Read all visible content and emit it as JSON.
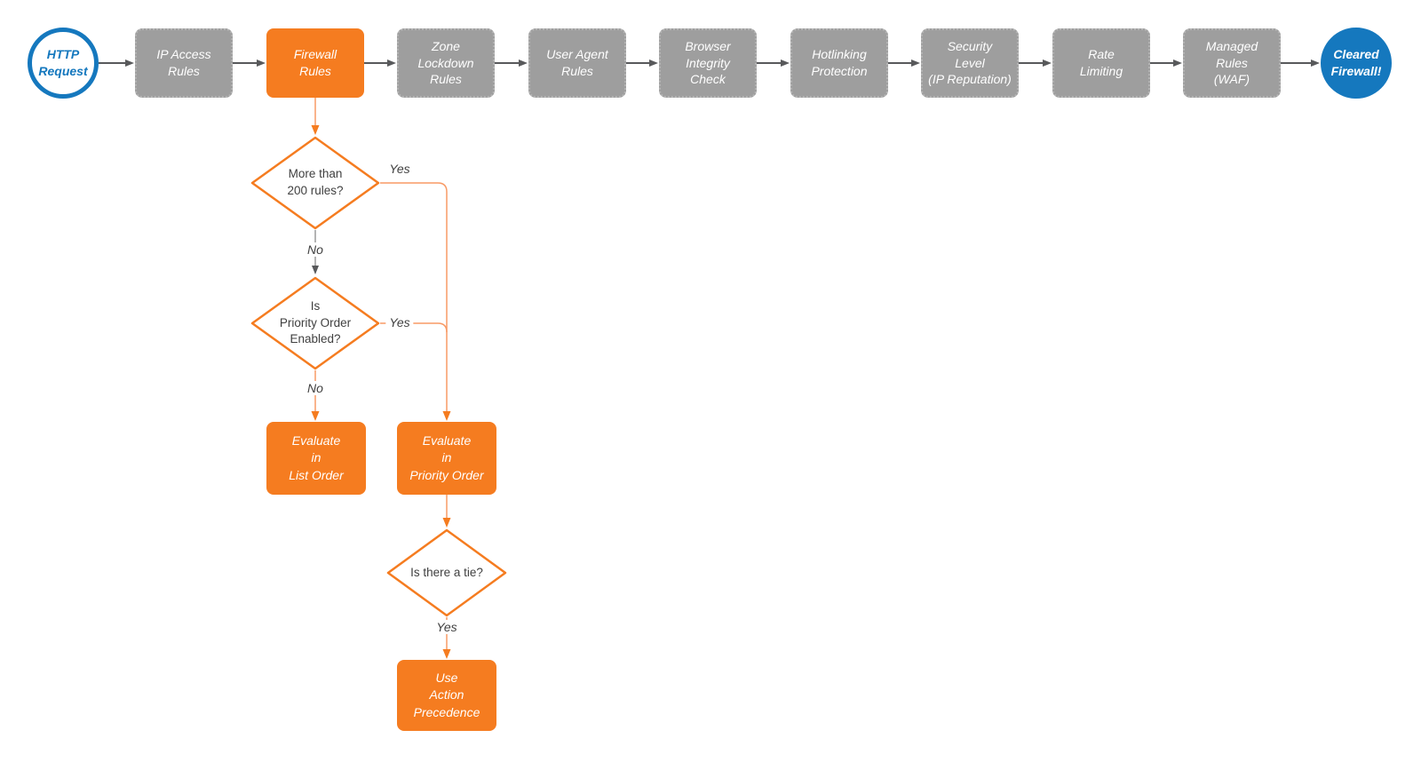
{
  "colors": {
    "accent_orange": "#F57C20",
    "connector_orange": "#F89A65",
    "node_gray": "#9E9E9E",
    "accent_blue": "#1578BE",
    "arrow_gray": "#58595B",
    "text_dark": "#404040"
  },
  "flow": {
    "start": {
      "label": "HTTP\nRequest"
    },
    "stages": [
      {
        "label": "IP Access\nRules",
        "state": "default"
      },
      {
        "label": "Firewall\nRules",
        "state": "highlighted"
      },
      {
        "label": "Zone\nLockdown\nRules",
        "state": "default"
      },
      {
        "label": "User Agent\nRules",
        "state": "default"
      },
      {
        "label": "Browser\nIntegrity\nCheck",
        "state": "default"
      },
      {
        "label": "Hotlinking\nProtection",
        "state": "default"
      },
      {
        "label": "Security\nLevel\n(IP Reputation)",
        "state": "default"
      },
      {
        "label": "Rate\nLimiting",
        "state": "default"
      },
      {
        "label": "Managed\nRules\n(WAF)",
        "state": "default"
      }
    ],
    "end": {
      "label": "Cleared\nFirewall!"
    }
  },
  "branch": {
    "decision_rules": {
      "label": "More than\n200 rules?"
    },
    "decision_priority": {
      "label": "Is\nPriority Order\nEnabled?"
    },
    "decision_tie": {
      "label": "Is there a tie?"
    },
    "evaluate_list": {
      "label": "Evaluate\nin\nList Order"
    },
    "evaluate_priority": {
      "label": "Evaluate\nin\nPriority Order"
    },
    "use_action": {
      "label": "Use\nAction\nPrecedence"
    },
    "edges": {
      "yes_rules": "Yes",
      "no_rules": "No",
      "yes_priority": "Yes",
      "no_priority": "No",
      "yes_tie": "Yes"
    }
  }
}
